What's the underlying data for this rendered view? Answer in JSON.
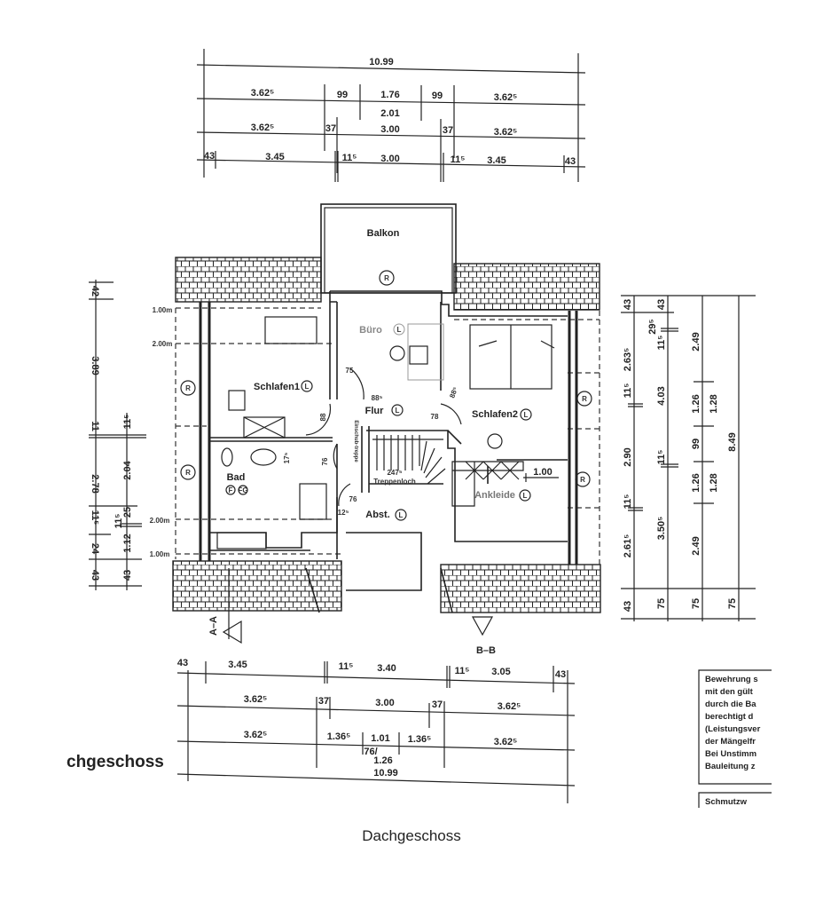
{
  "caption": "Dachgeschoss",
  "plan_title": "chgeschoss",
  "dimensions_top": {
    "total": "10.99",
    "row2": [
      "3.62⁵",
      "99",
      "1.76",
      "99",
      "3.62⁵"
    ],
    "row2_sub": "2.01",
    "row3": [
      "3.62⁵",
      "37",
      "3.00",
      "37",
      "3.62⁵"
    ],
    "row4": [
      "43",
      "3.45",
      "11⁵",
      "3.00",
      "11⁵",
      "3.45",
      "43"
    ]
  },
  "dimensions_bottom": {
    "row1": [
      "43",
      "3.45",
      "11⁵",
      "3.40",
      "11⁵",
      "3.05",
      "43"
    ],
    "row2": [
      "3.62⁵",
      "37",
      "3.00",
      "37",
      "3.62⁵"
    ],
    "row3": [
      "3.62⁵",
      "1.36⁵",
      "1.01",
      "1.36⁵",
      "3.62⁵"
    ],
    "row3_sub": [
      "76/",
      "1.26"
    ],
    "total": "10.99"
  },
  "dimensions_right": {
    "col1": [
      "43",
      "2.63⁵",
      "11⁵",
      "2.90",
      "11⁵",
      "2.61⁵",
      "43"
    ],
    "col2": [
      "43",
      "29⁵",
      "11⁵",
      "4.03",
      "11⁵",
      "3.50⁵",
      "75"
    ],
    "col3": [
      "2.49",
      "1.26",
      "1.28",
      "99",
      "1.26",
      "1.28",
      "2.49",
      "75"
    ],
    "col4": [
      "8.49",
      "75"
    ]
  },
  "dimensions_left": {
    "col1": [
      "42",
      "3.89",
      "11",
      "2.78",
      "11⁵",
      "24",
      "43"
    ],
    "col2": [
      "11⁵",
      "2.04",
      "25",
      "11⁵",
      "1.12",
      "43"
    ]
  },
  "height_levels": [
    "1.00m",
    "2.00m",
    "2.00m",
    "1.00m"
  ],
  "rooms": {
    "balkon": "Balkon",
    "buero": "Büro",
    "schlafen1": "Schlafen1",
    "flur": "Flur",
    "schlafen2": "Schlafen2",
    "bad": "Bad",
    "abst": "Abst.",
    "ankleide": "Ankleide",
    "treppenloch_dim": "247⁵",
    "treppenloch": "Treppenloch",
    "einschubtreppe": "Einschub-treppe",
    "bad_f": "F",
    "bad_fg": "FG",
    "l_marker": "L",
    "r_marker": "R"
  },
  "room_dims": [
    "75",
    "88⁵",
    "88",
    "78",
    "88⁵",
    "17⁵",
    "76",
    "76",
    "12⁵",
    "1.00"
  ],
  "sections": [
    "A–A",
    "B–B"
  ],
  "notes": [
    "Bewehrung s",
    "mit den gült",
    "durch die Ba",
    "berechtigt d",
    "(Leistungsver",
    "der Mängelfr",
    "Bei Unstimm",
    "Bauleitung z"
  ],
  "notes2": "Schmutzw"
}
